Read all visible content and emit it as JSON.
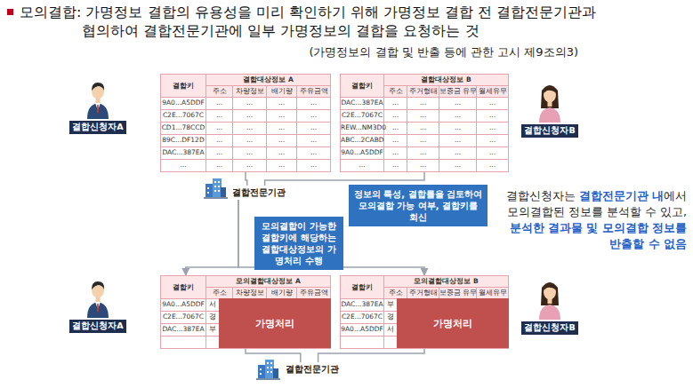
{
  "diagram": {
    "title": "모의결합: 가명정보 결합의 유용성을 미리 확인하기 위해 가명정보 결합 전 결합전문기관과 협의하여 결합전문기관에 일부 가명정보의 결합을 요청하는 것",
    "nodes": [
      {
        "text": [
          "결합신청자A"
        ]
      },
      {
        "text": [
          "결합키",
          "결합대상정보 A",
          "주소",
          "차량정보",
          "배기량",
          "주유금액"
        ]
      },
      {
        "text": [
          "결합키",
          "결합대상정보 B",
          "주소",
          "주거형태",
          "보증금 유무",
          "월세유무"
        ]
      },
      {
        "text": [
          "결합신청자B"
        ]
      },
      {
        "text": [
          "결합전문기관"
        ]
      },
      {
        "text": [
          "정보의 특성, 결합률을 검토하여 모의결합 가능 여부, 결합키를 회신"
        ]
      },
      {
        "text": [
          "모의결합이 가능한 결합키에 해당하는 결합대상정보의 가명처리 수행"
        ]
      },
      {
        "text": [
          "결합신청자A"
        ]
      },
      {
        "text": [
          "결합키",
          "모의결합대상정보 A",
          "주소",
          "차량정보",
          "배기량",
          "주유금액"
        ]
      },
      {
        "text": [
          "가명처리"
        ],
        "in": 8
      },
      {
        "text": [
          "결합키",
          "모의결합대상정보 B",
          "주소",
          "주거형태",
          "보증금 유무",
          "월세유무"
        ]
      },
      {
        "text": [
          "가명처리"
        ],
        "in": 10
      },
      {
        "text": [
          "결합신청자B"
        ]
      },
      {
        "text": [
          "결합전문기관"
        ]
      }
    ],
    "edges": [
      {
        "from": 1,
        "to": 4,
        "arrow": "none"
      },
      {
        "from": 2,
        "to": 4,
        "arrow": "none"
      },
      {
        "from": 4,
        "to": 8,
        "arrow": "to"
      },
      {
        "from": 4,
        "to": 10,
        "arrow": "to"
      },
      {
        "from": 8,
        "to": 13,
        "arrow": "none"
      },
      {
        "from": 10,
        "to": 13,
        "arrow": "none"
      }
    ],
    "labels": [
      "(가명정보의 결합 및 반출 등에 관한 고시 제9조의3)",
      "9A0...A5DDF",
      "...",
      "...",
      "...",
      "...",
      "C2E...7067C",
      "...",
      "...",
      "...",
      "...",
      "CD1...78CCD",
      "...",
      "...",
      "...",
      "...",
      "89C...DF12D",
      "...",
      "...",
      "...",
      "...",
      "DAC...387EA",
      "...",
      "...",
      "...",
      "...",
      "...",
      "...",
      "...",
      "...",
      "...",
      "DAC...387EA",
      "...",
      "...",
      "...",
      "...",
      "C2E...7067C",
      "...",
      "...",
      "...",
      "...",
      "REW...NM3D0",
      "...",
      "...",
      "...",
      "...",
      "ABC...2CABD",
      "...",
      "...",
      "...",
      "...",
      "9A0...A5DDF",
      "...",
      "...",
      "...",
      "...",
      "...",
      "...",
      "...",
      "...",
      "...",
      "9A0...A5DDF",
      "서",
      "C2E...7067C",
      "경",
      "DAC...387EA",
      "부",
      "DAC...387EA",
      "부",
      "C2E...7067C",
      "경",
      "9A0...A5DDF",
      "서",
      "결합신청자는 ",
      "결합전문기관 내",
      "에서 모의결합된 정보를 분석할 수 있고, ",
      "분석한 결과물 및 모의결합 정보를 반출할 수 없음"
    ]
  }
}
